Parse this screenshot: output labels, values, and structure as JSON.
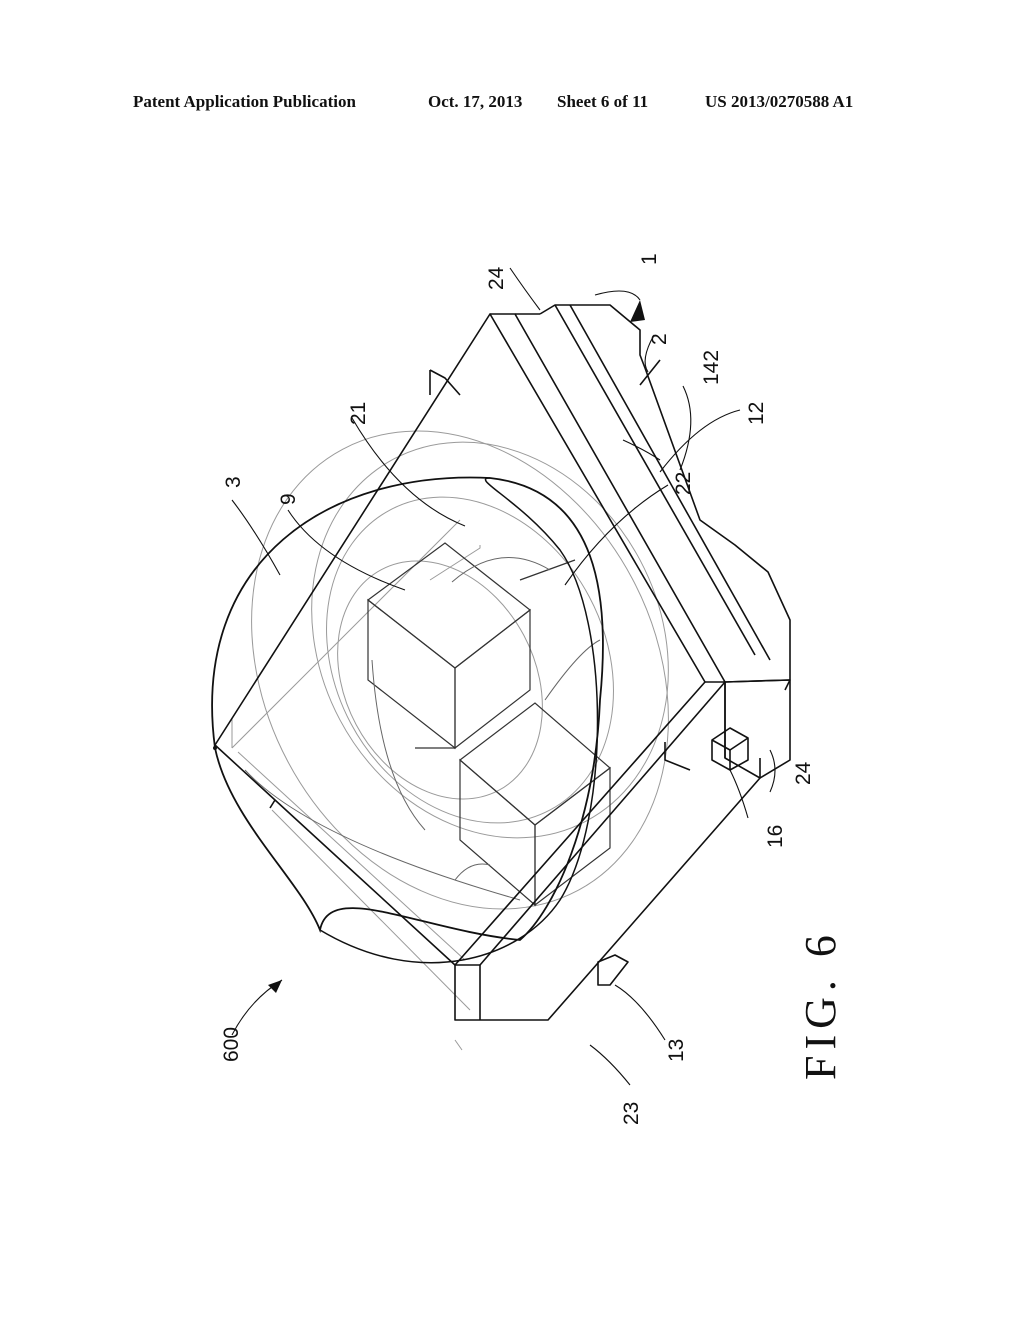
{
  "header": {
    "publication": "Patent Application Publication",
    "date": "Oct. 17, 2013",
    "sheet": "Sheet 6 of 11",
    "number": "US 2013/0270588 A1"
  },
  "figure": {
    "caption": "FIG. 6",
    "reference_numerals": {
      "device": "600",
      "lens": "3",
      "chip": "9",
      "region_21": "21",
      "region_22": "22",
      "side_24_top": "24",
      "side_24_right": "24",
      "assembly_1": "1",
      "layer_2": "2",
      "part_142": "142",
      "part_12": "12",
      "terminal_16": "16",
      "mark_13": "13",
      "side_23": "23"
    }
  }
}
